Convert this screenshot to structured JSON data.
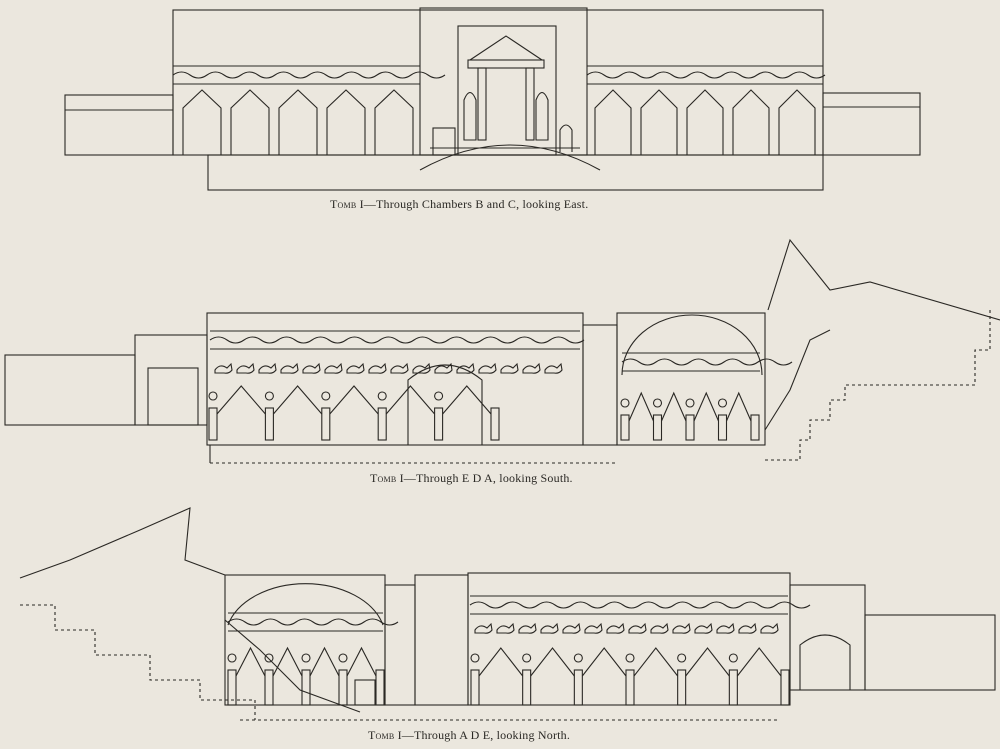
{
  "figures": [
    {
      "id": "east",
      "prefix": "Tomb",
      "caption": "I—Through Chambers B and C, looking East."
    },
    {
      "id": "south",
      "prefix": "Tomb",
      "caption": "I—Through E D A, looking South."
    },
    {
      "id": "north",
      "prefix": "Tomb",
      "caption": "I—Through A D E, looking North."
    }
  ],
  "colors": {
    "ink": "#2a2824",
    "paper": "#ebe7de"
  }
}
